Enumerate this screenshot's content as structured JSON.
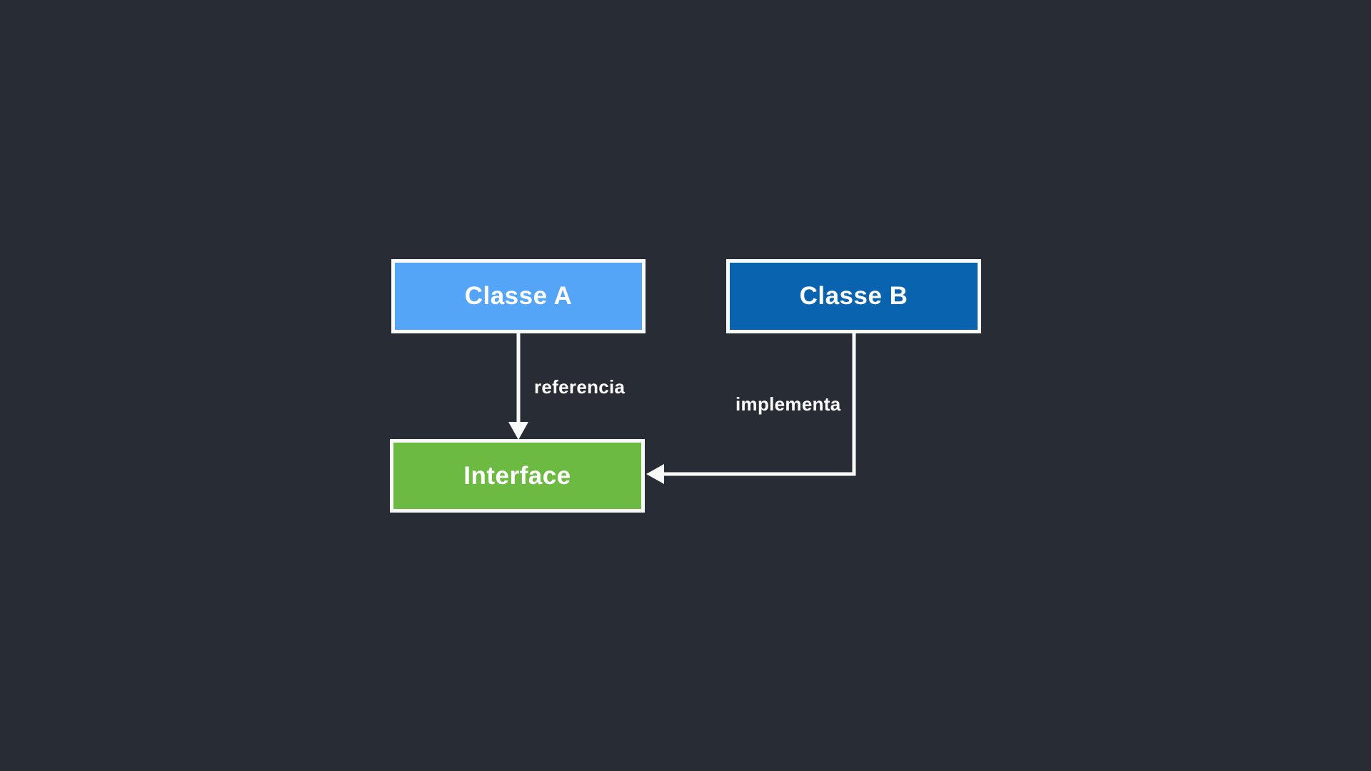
{
  "diagram": {
    "background_color": "#282c34",
    "line_color": "#f8f9f9",
    "text_color": "#ffffff",
    "nodes": [
      {
        "id": "classe-a",
        "label": "Classe A",
        "fill": "#54a5f7"
      },
      {
        "id": "classe-b",
        "label": "Classe B",
        "fill": "#0a63ae"
      },
      {
        "id": "interface",
        "label": "Interface",
        "fill": "#6cba42"
      }
    ],
    "edges": [
      {
        "from": "classe-a",
        "to": "interface",
        "label": "referencia",
        "direction": "down"
      },
      {
        "from": "classe-b",
        "to": "interface",
        "label": "implementa",
        "direction": "down-then-left"
      }
    ]
  }
}
